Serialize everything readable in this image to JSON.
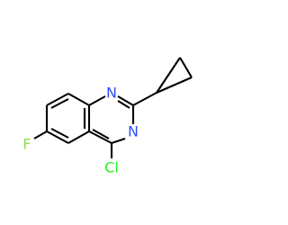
{
  "molecule": {
    "atoms": {
      "n1": {
        "label": "N",
        "color": "#3050F8"
      },
      "n3": {
        "label": "N",
        "color": "#3050F8"
      },
      "f": {
        "label": "F",
        "color": "#90E050"
      },
      "cl": {
        "label": "Cl",
        "color": "#1FF01F"
      }
    },
    "bond_color": "#000000"
  }
}
